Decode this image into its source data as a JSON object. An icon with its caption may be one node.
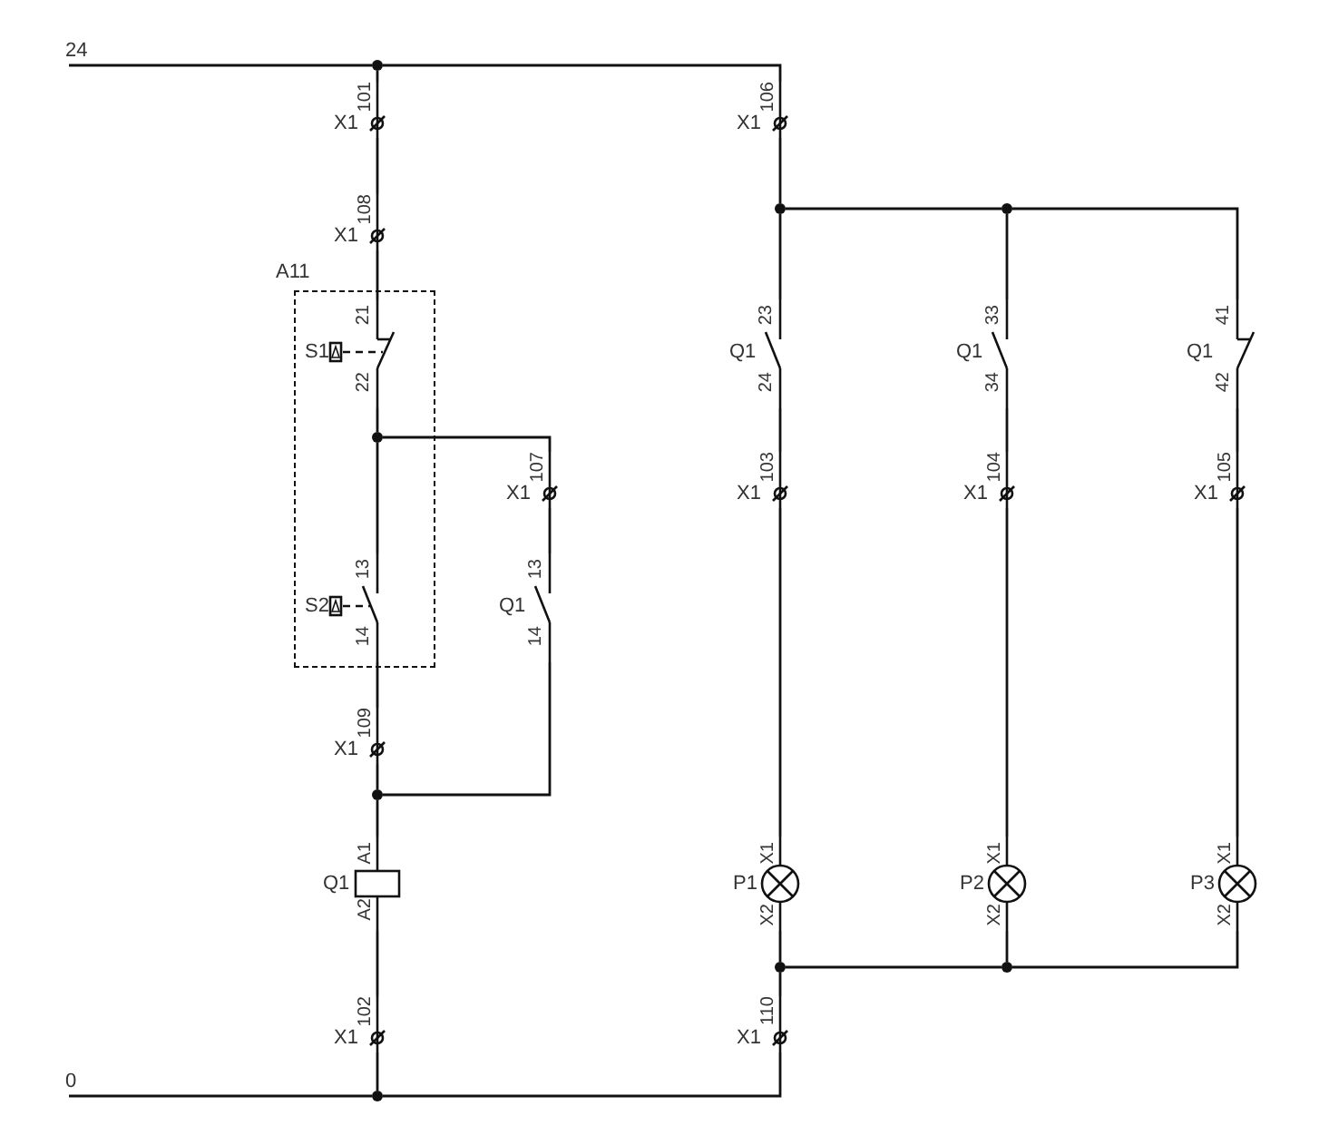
{
  "diagram": {
    "nodes": [
      {
        "text": [],
        "shape": "circle"
      },
      {
        "text": [
          "X1",
          "101"
        ]
      },
      {
        "text": [
          "X1",
          "108"
        ]
      },
      {
        "text": [
          "A11"
        ]
      },
      {
        "text": [
          "S1",
          "21",
          "22"
        ],
        "in": 3
      },
      {
        "text": [],
        "shape": "circle",
        "in": 3
      },
      {
        "text": [
          "S2",
          "13",
          "14"
        ],
        "in": 3
      },
      {
        "text": [
          "X1",
          "107"
        ]
      },
      {
        "text": [
          "Q1",
          "13",
          "14"
        ]
      },
      {
        "text": [
          "X1",
          "109"
        ]
      },
      {
        "text": [],
        "shape": "circle"
      },
      {
        "text": [
          "Q1",
          "A1",
          "A2"
        ]
      },
      {
        "text": [
          "X1",
          "102"
        ]
      },
      {
        "text": [],
        "shape": "circle"
      },
      {
        "text": [
          "X1",
          "106"
        ]
      },
      {
        "text": [],
        "shape": "circle"
      },
      {
        "text": [],
        "shape": "circle"
      },
      {
        "text": [
          "Q1",
          "23",
          "24"
        ]
      },
      {
        "text": [
          "Q1",
          "33",
          "34"
        ]
      },
      {
        "text": [
          "Q1",
          "41",
          "42"
        ]
      },
      {
        "text": [
          "X1",
          "103"
        ]
      },
      {
        "text": [
          "X1",
          "104"
        ]
      },
      {
        "text": [
          "X1",
          "105"
        ]
      },
      {
        "text": [
          "P1",
          "X1",
          "X2"
        ]
      },
      {
        "text": [
          "P2",
          "X1",
          "X2"
        ]
      },
      {
        "text": [
          "P3",
          "X1",
          "X2"
        ]
      },
      {
        "text": [],
        "shape": "circle"
      },
      {
        "text": [],
        "shape": "circle"
      },
      {
        "text": [
          "X1",
          "110"
        ]
      },
      {
        "text": [
          "24"
        ]
      },
      {
        "text": [
          "0"
        ]
      }
    ],
    "edges": [
      {
        "from": 29,
        "to": 0,
        "arrow": "none"
      },
      {
        "from": 0,
        "to": 14,
        "arrow": "none"
      },
      {
        "from": 0,
        "to": 1,
        "arrow": "none"
      },
      {
        "from": 1,
        "to": 2,
        "arrow": "none"
      },
      {
        "from": 2,
        "to": 4,
        "arrow": "none"
      },
      {
        "from": 4,
        "to": 5,
        "arrow": "none"
      },
      {
        "from": 5,
        "to": 6,
        "arrow": "none"
      },
      {
        "from": 5,
        "to": 7,
        "arrow": "none"
      },
      {
        "from": 7,
        "to": 8,
        "arrow": "none"
      },
      {
        "from": 6,
        "to": 9,
        "arrow": "none"
      },
      {
        "from": 9,
        "to": 10,
        "arrow": "none"
      },
      {
        "from": 8,
        "to": 10,
        "arrow": "none"
      },
      {
        "from": 10,
        "to": 11,
        "arrow": "none"
      },
      {
        "from": 11,
        "to": 12,
        "arrow": "none"
      },
      {
        "from": 12,
        "to": 13,
        "arrow": "none"
      },
      {
        "from": 30,
        "to": 13,
        "arrow": "none"
      },
      {
        "from": 14,
        "to": 15,
        "arrow": "none"
      },
      {
        "from": 15,
        "to": 16,
        "arrow": "none"
      },
      {
        "from": 16,
        "to": 19,
        "arrow": "none"
      },
      {
        "from": 15,
        "to": 17,
        "arrow": "none"
      },
      {
        "from": 16,
        "to": 18,
        "arrow": "none"
      },
      {
        "from": 17,
        "to": 20,
        "arrow": "none"
      },
      {
        "from": 18,
        "to": 21,
        "arrow": "none"
      },
      {
        "from": 19,
        "to": 22,
        "arrow": "none"
      },
      {
        "from": 20,
        "to": 23,
        "arrow": "none"
      },
      {
        "from": 21,
        "to": 24,
        "arrow": "none"
      },
      {
        "from": 22,
        "to": 25,
        "arrow": "none"
      },
      {
        "from": 23,
        "to": 26,
        "arrow": "none"
      },
      {
        "from": 24,
        "to": 27,
        "arrow": "none"
      },
      {
        "from": 25,
        "to": 27,
        "arrow": "none"
      },
      {
        "from": 26,
        "to": 27,
        "arrow": "none"
      },
      {
        "from": 26,
        "to": 28,
        "arrow": "none"
      },
      {
        "from": 28,
        "to": 13,
        "arrow": "none"
      }
    ]
  }
}
